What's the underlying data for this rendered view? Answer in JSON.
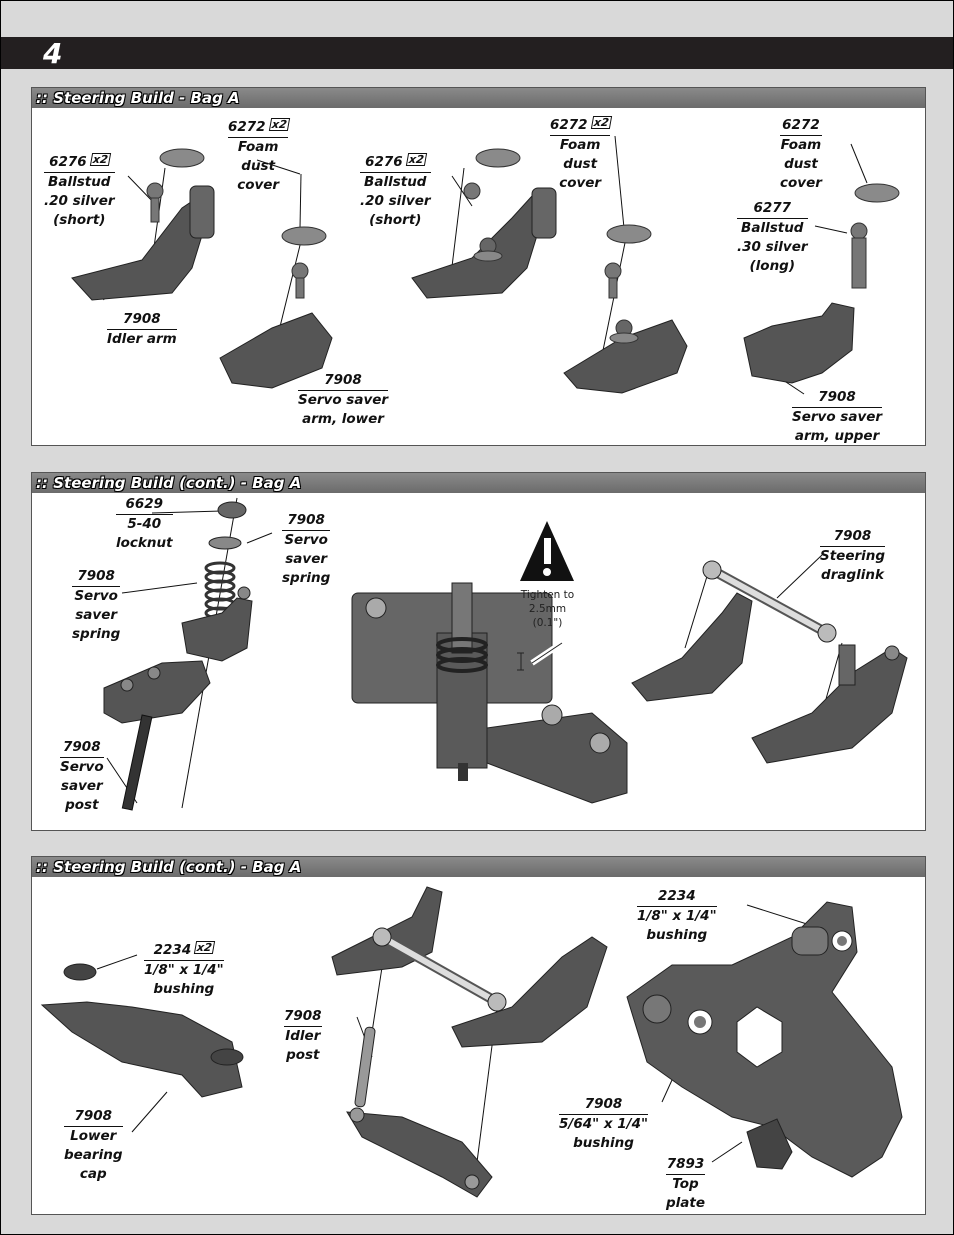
{
  "step": {
    "number": "4"
  },
  "panels": [
    {
      "title": ":: Steering Build - Bag A",
      "labels": [
        {
          "id": "a1",
          "part": "6276",
          "qty": "x2",
          "desc": [
            "Ballstud",
            ".20 silver",
            "(short)"
          ]
        },
        {
          "id": "a2",
          "part": "6272",
          "qty": "x2",
          "desc": [
            "Foam",
            "dust",
            "cover"
          ]
        },
        {
          "id": "a3",
          "part": "7908",
          "qty": "",
          "desc": [
            "Idler arm"
          ]
        },
        {
          "id": "a4",
          "part": "7908",
          "qty": "",
          "desc": [
            "Servo saver",
            "arm, lower"
          ]
        },
        {
          "id": "a5",
          "part": "6276",
          "qty": "x2",
          "desc": [
            "Ballstud",
            ".20 silver",
            "(short)"
          ]
        },
        {
          "id": "a6",
          "part": "6272",
          "qty": "x2",
          "desc": [
            "Foam",
            "dust",
            "cover"
          ]
        },
        {
          "id": "a7",
          "part": "6272",
          "qty": "",
          "desc": [
            "Foam",
            "dust",
            "cover"
          ]
        },
        {
          "id": "a8",
          "part": "6277",
          "qty": "",
          "desc": [
            "Ballstud",
            ".30 silver",
            "(long)"
          ]
        },
        {
          "id": "a9",
          "part": "7908",
          "qty": "",
          "desc": [
            "Servo saver",
            "arm, upper"
          ]
        }
      ]
    },
    {
      "title": ":: Steering Build (cont.) - Bag A",
      "labels": [
        {
          "id": "b1",
          "part": "6629",
          "qty": "",
          "desc": [
            "5-40",
            "locknut"
          ]
        },
        {
          "id": "b2",
          "part": "7908",
          "qty": "",
          "desc": [
            "Servo",
            "saver",
            "spring"
          ]
        },
        {
          "id": "b3",
          "part": "7908",
          "qty": "",
          "desc": [
            "Servo",
            "saver",
            "spring"
          ]
        },
        {
          "id": "b4",
          "part": "7908",
          "qty": "",
          "desc": [
            "Servo",
            "saver",
            "post"
          ]
        },
        {
          "id": "b5",
          "part": "7908",
          "qty": "",
          "desc": [
            "Steering",
            "draglink"
          ]
        }
      ],
      "warning": {
        "icon": "warning-triangle-icon",
        "lines": [
          "Tighten to",
          "2.5mm",
          "(0.1\")"
        ]
      }
    },
    {
      "title": ":: Steering Build (cont.) - Bag A",
      "labels": [
        {
          "id": "c1",
          "part": "2234",
          "qty": "x2",
          "desc": [
            "1/8\" x 1/4\"",
            "bushing"
          ]
        },
        {
          "id": "c2",
          "part": "7908",
          "qty": "",
          "desc": [
            "Lower",
            "bearing",
            "cap"
          ]
        },
        {
          "id": "c3",
          "part": "7908",
          "qty": "",
          "desc": [
            "Idler",
            "post"
          ]
        },
        {
          "id": "c4",
          "part": "2234",
          "qty": "",
          "desc": [
            "1/8\" x 1/4\"",
            "bushing"
          ]
        },
        {
          "id": "c5",
          "part": "7908",
          "qty": "",
          "desc": [
            "5/64\" x 1/4\"",
            "bushing"
          ]
        },
        {
          "id": "c6",
          "part": "7893",
          "qty": "",
          "desc": [
            "Top",
            "plate"
          ]
        }
      ]
    }
  ],
  "colors": {
    "step_bar": "#231f20",
    "panel_header": "#6b6b6b",
    "part_fill": "#5a5a5a",
    "part_light": "#9a9a9a",
    "background": "#d9d9d9"
  }
}
